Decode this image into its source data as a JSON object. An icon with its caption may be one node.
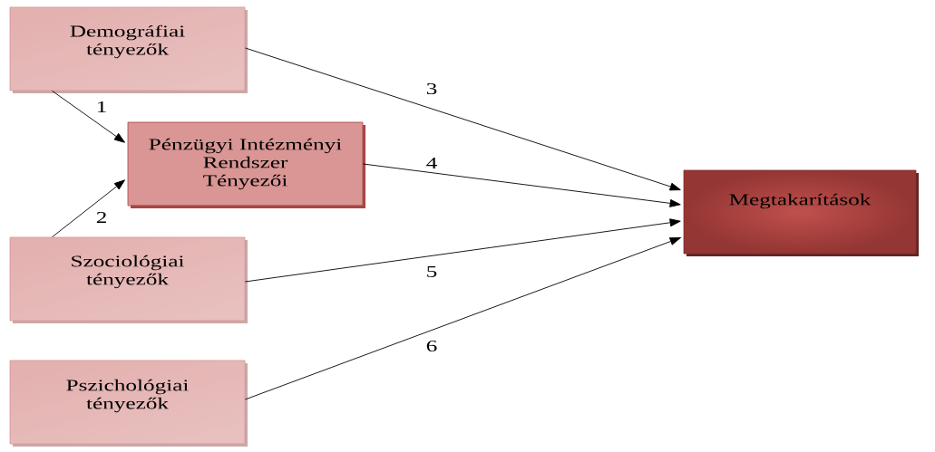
{
  "diagram": {
    "nodes": [
      {
        "text": [
          "Demográfiai tényezők"
        ]
      },
      {
        "text": [
          "Pénzügyi Intézményi Rendszer Tényezői"
        ]
      },
      {
        "text": [
          "Szociológiai tényezők"
        ]
      },
      {
        "text": [
          "Pszichológiai tényezők"
        ]
      },
      {
        "text": [
          "Megtakarítások"
        ]
      }
    ],
    "edges": [
      {
        "from": 0,
        "to": 1,
        "arrow": "to",
        "label": "1"
      },
      {
        "from": 2,
        "to": 1,
        "arrow": "to",
        "label": "2"
      },
      {
        "from": 0,
        "to": 4,
        "arrow": "to",
        "label": "3"
      },
      {
        "from": 1,
        "to": 4,
        "arrow": "to",
        "label": "4"
      },
      {
        "from": 2,
        "to": 4,
        "arrow": "to",
        "label": "5"
      },
      {
        "from": 3,
        "to": 4,
        "arrow": "to",
        "label": "6"
      }
    ]
  }
}
